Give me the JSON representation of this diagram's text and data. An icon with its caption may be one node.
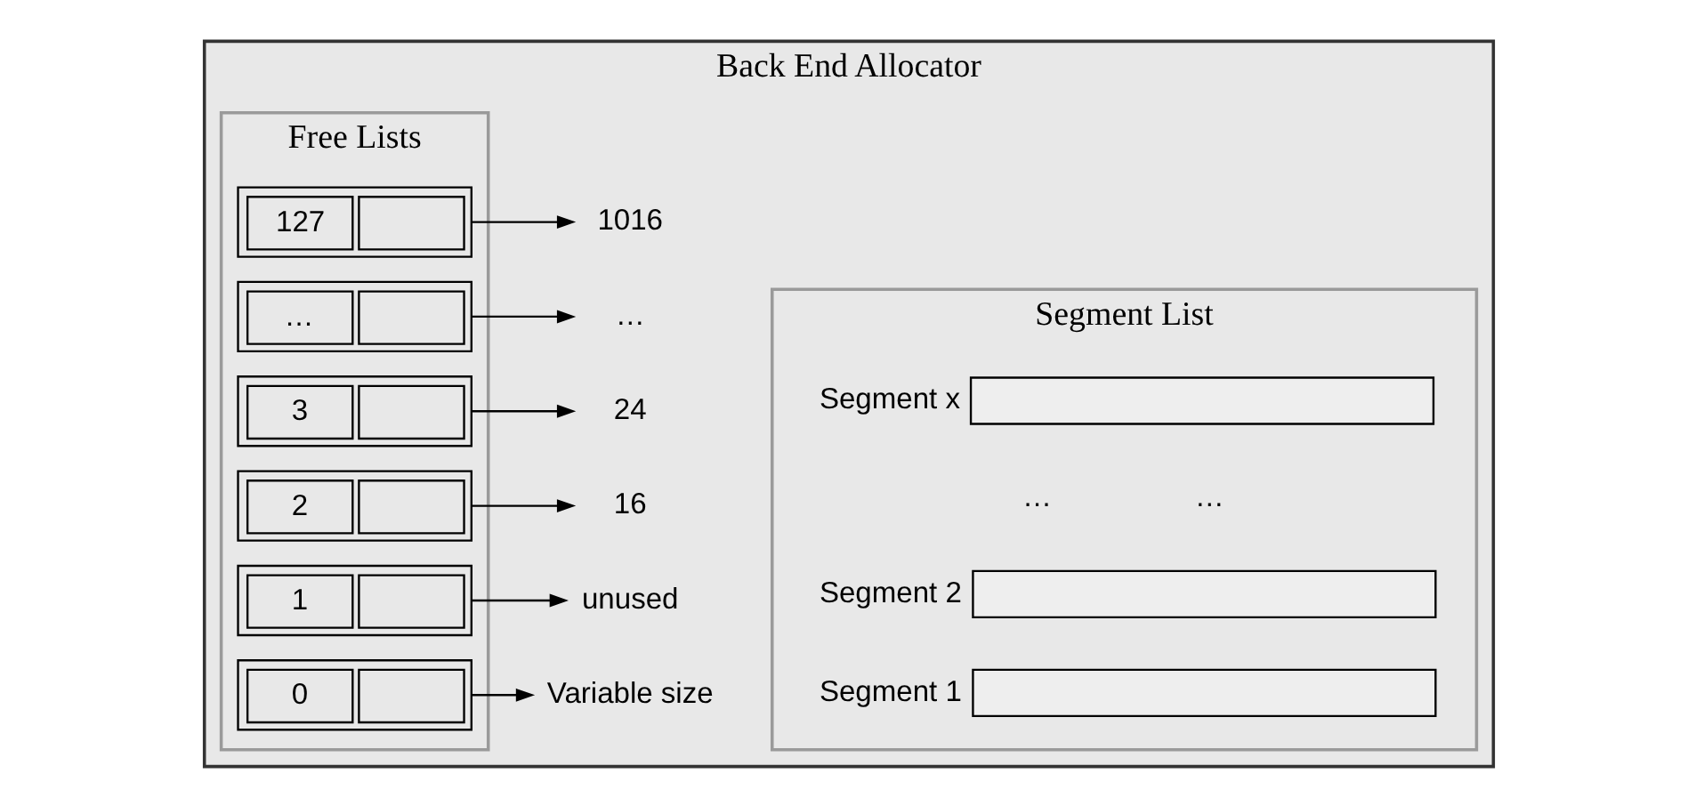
{
  "diagram": {
    "nodes": [
      {
        "text": [
          "Back End Allocator"
        ]
      },
      {
        "text": [
          "Free Lists"
        ],
        "in": 0
      },
      {
        "text": [
          "0"
        ],
        "in": 1
      },
      {
        "text": [
          "1"
        ],
        "in": 1
      },
      {
        "text": [
          "2"
        ],
        "in": 1
      },
      {
        "text": [
          "3"
        ],
        "in": 1
      },
      {
        "text": [
          "…"
        ],
        "in": 1
      },
      {
        "text": [
          "127"
        ],
        "in": 1
      },
      {
        "text": [
          "Variable size"
        ],
        "in": 0
      },
      {
        "text": [
          "unused"
        ],
        "in": 0
      },
      {
        "text": [
          "16"
        ],
        "in": 0
      },
      {
        "text": [
          "24"
        ],
        "in": 0
      },
      {
        "text": [
          "…"
        ],
        "in": 0
      },
      {
        "text": [
          "1016"
        ],
        "in": 0
      },
      {
        "text": [
          "Segment List"
        ],
        "in": 0
      },
      {
        "text": [],
        "shape": "box",
        "beside": [
          "Segment 1"
        ],
        "in": 14
      },
      {
        "text": [],
        "shape": "box",
        "beside": [
          "Segment 2"
        ],
        "in": 14
      },
      {
        "text": [],
        "shape": "box",
        "beside": [
          "Segment x"
        ],
        "in": 14
      }
    ],
    "edges": [
      {
        "from": 2,
        "to": 8,
        "arrow": "to"
      },
      {
        "from": 3,
        "to": 9,
        "arrow": "to"
      },
      {
        "from": 4,
        "to": 10,
        "arrow": "to"
      },
      {
        "from": 5,
        "to": 11,
        "arrow": "to"
      },
      {
        "from": 6,
        "to": 12,
        "arrow": "to"
      },
      {
        "from": 7,
        "to": 13,
        "arrow": "to"
      }
    ],
    "labels": [
      "…",
      "…"
    ]
  }
}
